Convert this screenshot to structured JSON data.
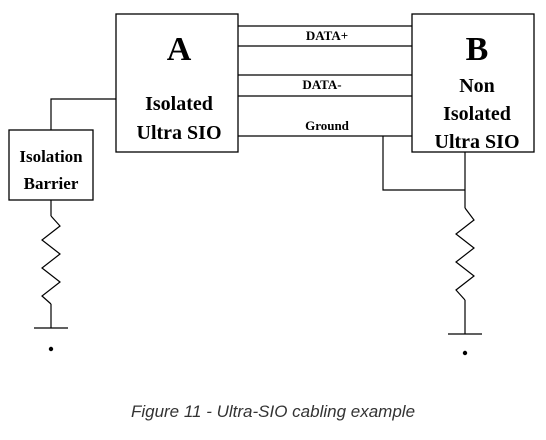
{
  "diagram": {
    "box_a": {
      "letter": "A",
      "line1": "Isolated",
      "line2": "Ultra SIO"
    },
    "box_b": {
      "letter": "B",
      "line1": "Non",
      "line2": "Isolated",
      "line3": "Ultra SIO"
    },
    "isolation_box": {
      "line1": "Isolation",
      "line2": "Barrier"
    },
    "signals": {
      "data_plus": "DATA+",
      "data_minus": "DATA-",
      "ground": "Ground"
    }
  },
  "caption": "Figure 11 - Ultra-SIO cabling example"
}
